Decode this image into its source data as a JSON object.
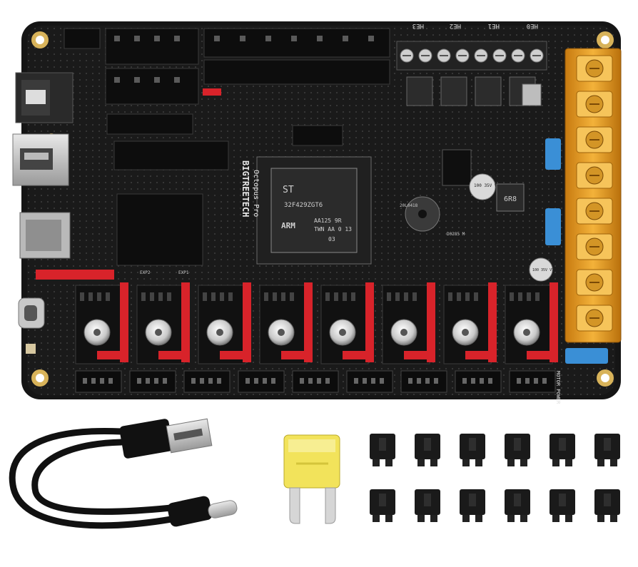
{
  "board": {
    "brand_label": "BIGTREETECH",
    "model_label": "Octopus Pro",
    "mcu_text": {
      "line1": "32F429ZGT6",
      "line2": "AA125 9R",
      "line3": "TWN AA 0 13",
      "line4": "03",
      "logo": "ST",
      "arm": "ARM"
    },
    "heater_labels": [
      "HE3",
      "HE2",
      "HE1",
      "HE0"
    ],
    "motor_power_label": "MOTOR POWER",
    "capacitor_labels": [
      "100 35V VT",
      "100 35V VT"
    ],
    "inductor_label": "6R8",
    "chip_labels": [
      "20L0418",
      "D0285 M"
    ],
    "small_labels": [
      "EXP2",
      "EXP1"
    ],
    "colors": {
      "pcb": "#1a1a1a",
      "terminal": "#e8a21a",
      "red_header": "#d8232a",
      "fuse_blue": "#3a8fd6"
    }
  },
  "accessories": {
    "usb_cable": {
      "icon": "usb-a-to-usb-c-cable-icon"
    },
    "fuse": {
      "icon": "blade-fuse-icon",
      "color": "#f2e35b"
    },
    "jumper_count": 12
  }
}
